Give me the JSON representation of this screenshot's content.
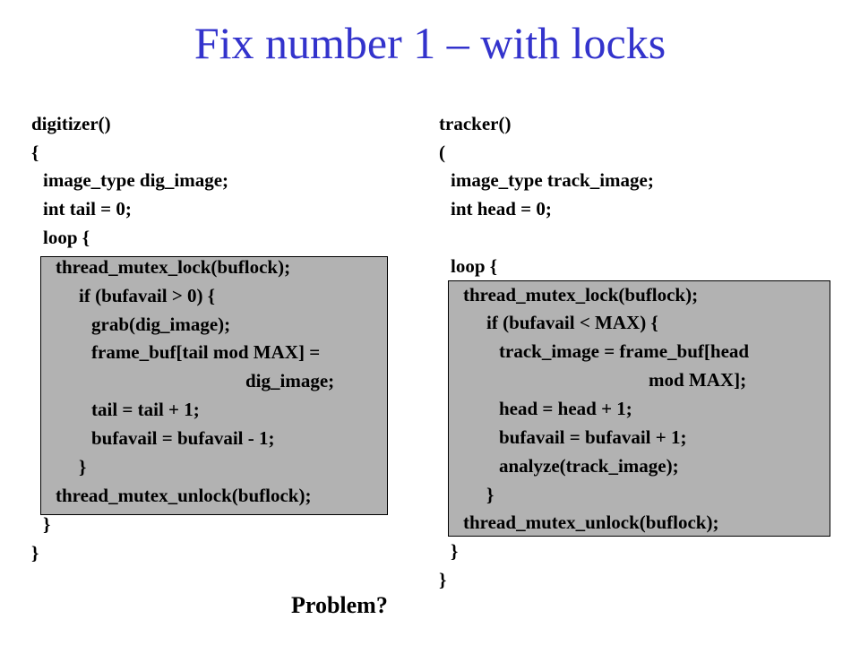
{
  "title": "Fix number 1 – with locks",
  "digitizer": {
    "lines": [
      "digitizer()",
      "{",
      "image_type dig_image;",
      "int tail = 0;",
      "loop {",
      "thread_mutex_lock(buflock);",
      "if (bufavail > 0) {",
      "grab(dig_image);",
      "frame_buf[tail mod MAX] =",
      "dig_image;",
      "tail = tail + 1;",
      "bufavail = bufavail - 1;",
      "}",
      "thread_mutex_unlock(buflock);",
      "}",
      "}"
    ]
  },
  "tracker": {
    "lines": [
      "tracker()",
      "(",
      "image_type track_image;",
      "int head = 0;",
      "loop {",
      "thread_mutex_lock(buflock);",
      "if (bufavail < MAX) {",
      "track_image = frame_buf[head",
      "mod MAX];",
      "head = head + 1;",
      "bufavail = bufavail + 1;",
      "analyze(track_image);",
      "}",
      "thread_mutex_unlock(buflock);",
      "}",
      "}"
    ]
  },
  "problem_label": "Problem?"
}
